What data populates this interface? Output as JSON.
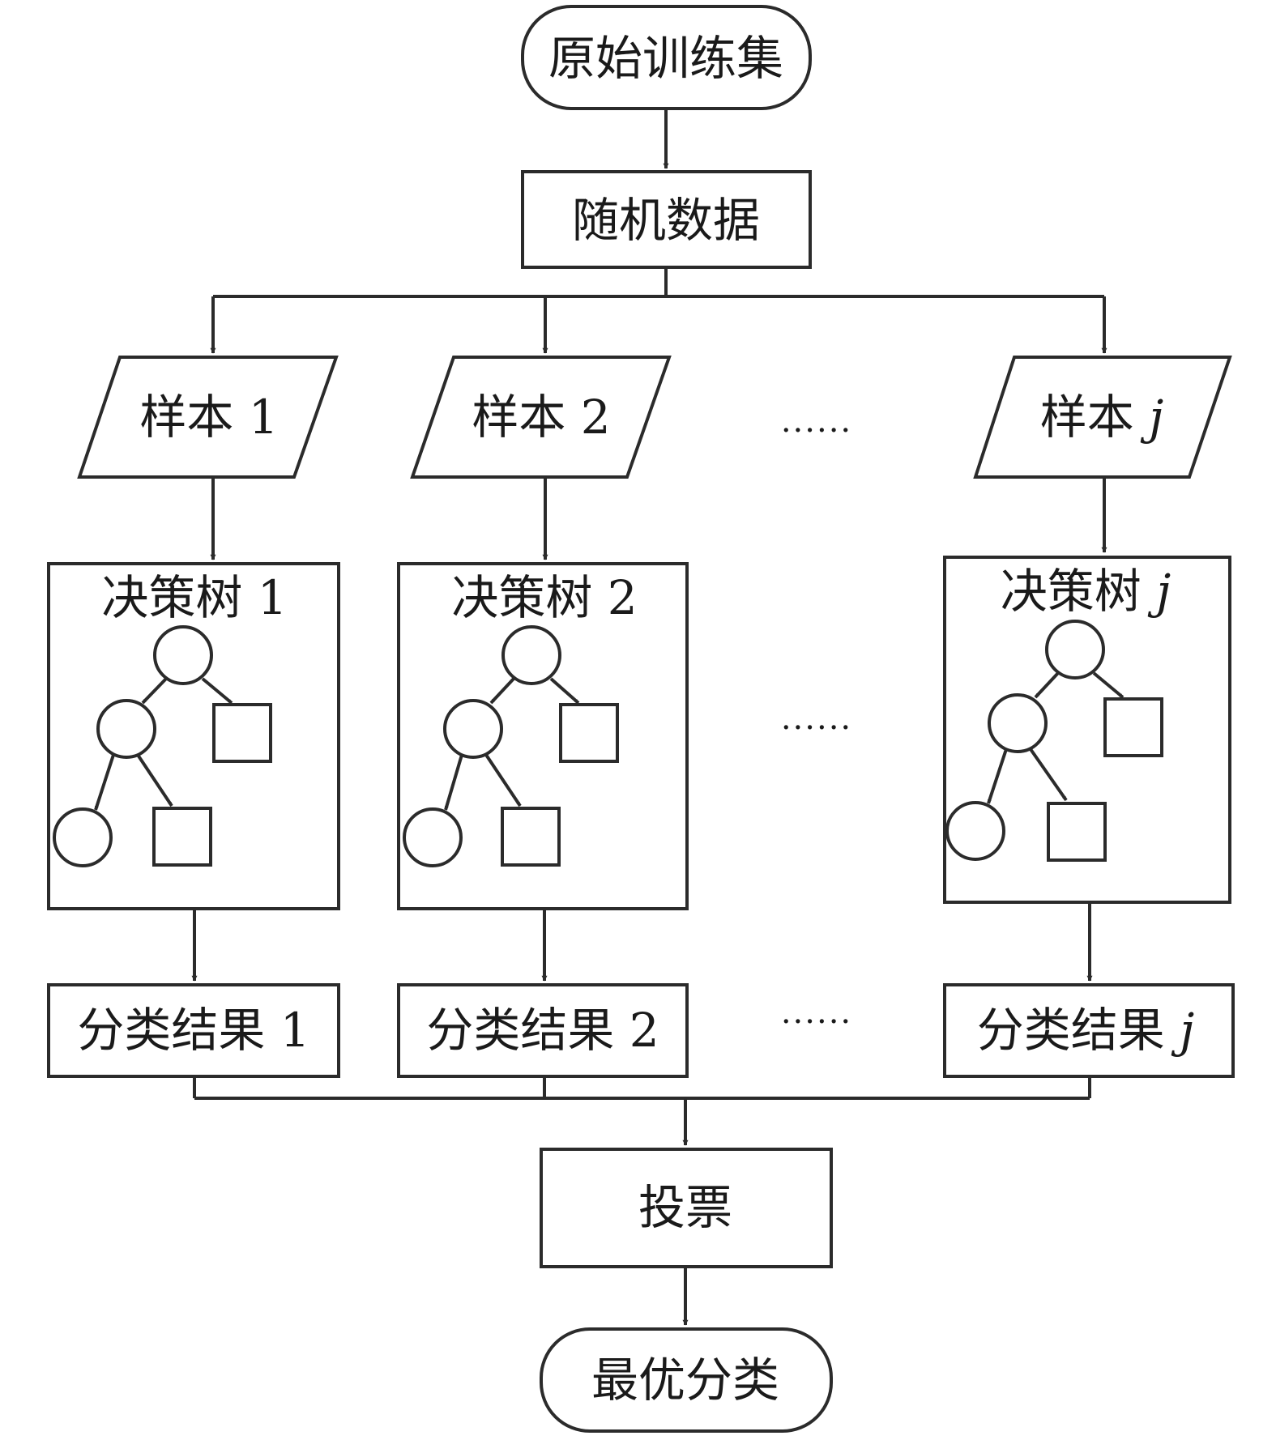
{
  "nodes": {
    "start": "原始训练集",
    "random_data": "随机数据",
    "samples": [
      {
        "prefix": "样本",
        "index": "1"
      },
      {
        "prefix": "样本",
        "index": "2"
      },
      {
        "prefix": "样本",
        "index": "j"
      }
    ],
    "trees": [
      {
        "prefix": "决策树",
        "index": "1"
      },
      {
        "prefix": "决策树",
        "index": "2"
      },
      {
        "prefix": "决策树",
        "index": "j"
      }
    ],
    "results": [
      {
        "prefix": "分类结果",
        "index": "1"
      },
      {
        "prefix": "分类结果",
        "index": "2"
      },
      {
        "prefix": "分类结果",
        "index": "j"
      }
    ],
    "vote": "投票",
    "end": "最优分类"
  },
  "ellipsis": "......"
}
